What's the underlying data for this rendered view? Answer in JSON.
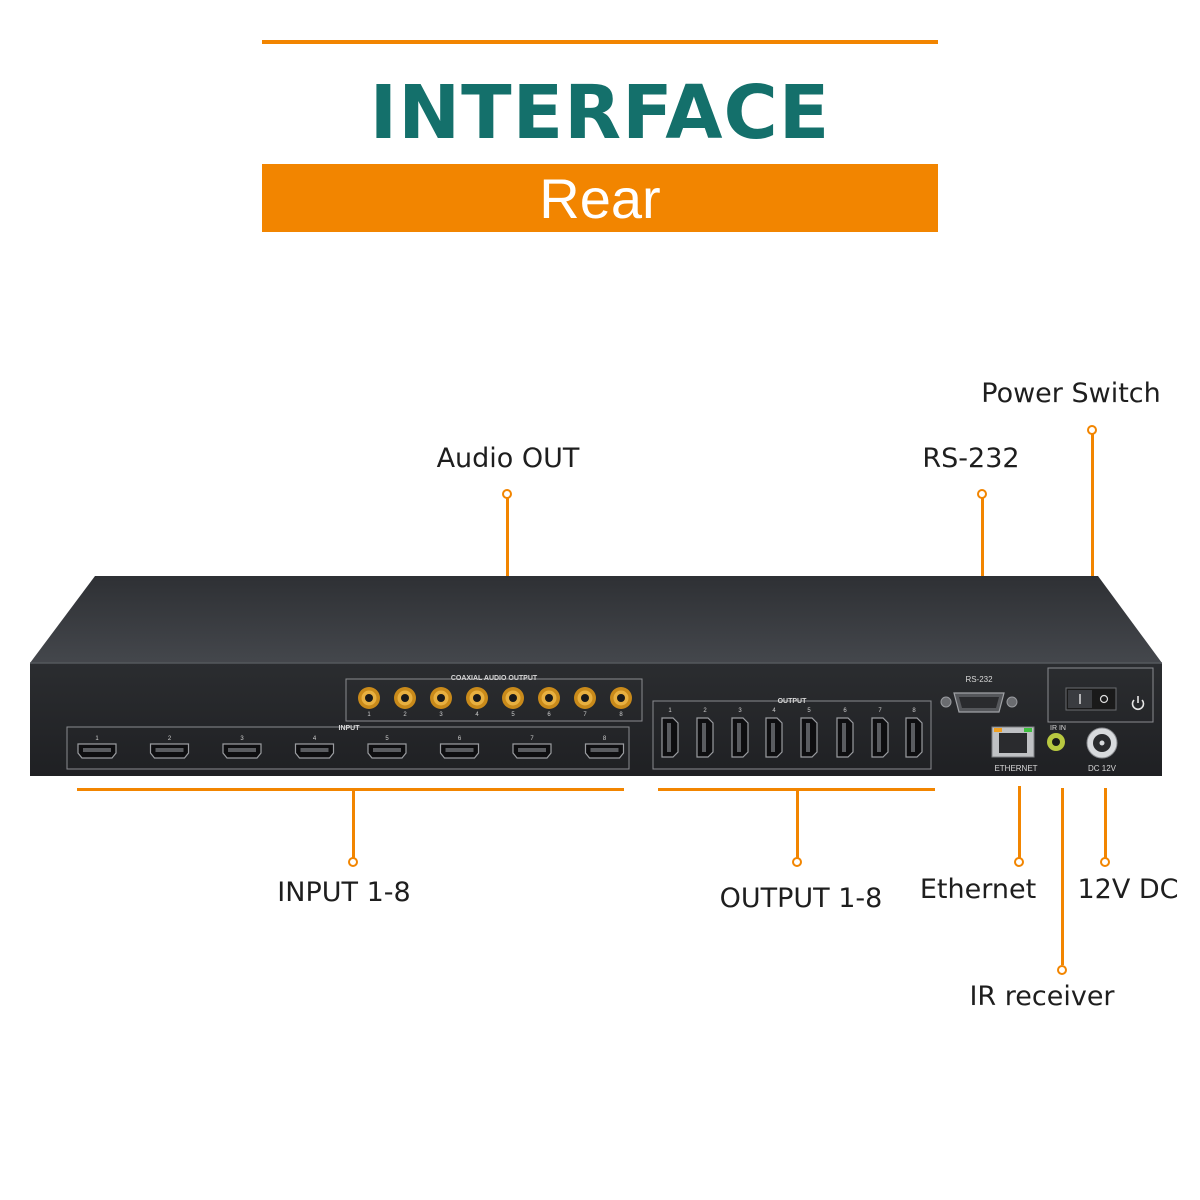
{
  "header": {
    "title": "INTERFACE",
    "subtitle": "Rear"
  },
  "colors": {
    "accent": "#f28500",
    "title": "#14706b",
    "device_top": "#3a3c40",
    "device_front": "#25272a"
  },
  "callouts": {
    "audio_out": "Audio OUT",
    "rs232": "RS-232",
    "power_switch": "Power Switch",
    "input": "INPUT 1-8",
    "output": "OUTPUT 1-8",
    "ethernet": "Ethernet",
    "dc": "12V DC",
    "ir": "IR receiver"
  },
  "panel": {
    "coax_label": "COAXIAL AUDIO OUTPUT",
    "input_label": "INPUT",
    "output_label": "OUTPUT",
    "rs232_label": "RS-232",
    "ir_label": "IR IN",
    "ethernet_label": "ETHERNET",
    "dc_label": "DC 12V",
    "port_numbers": [
      "1",
      "2",
      "3",
      "4",
      "5",
      "6",
      "7",
      "8"
    ]
  }
}
